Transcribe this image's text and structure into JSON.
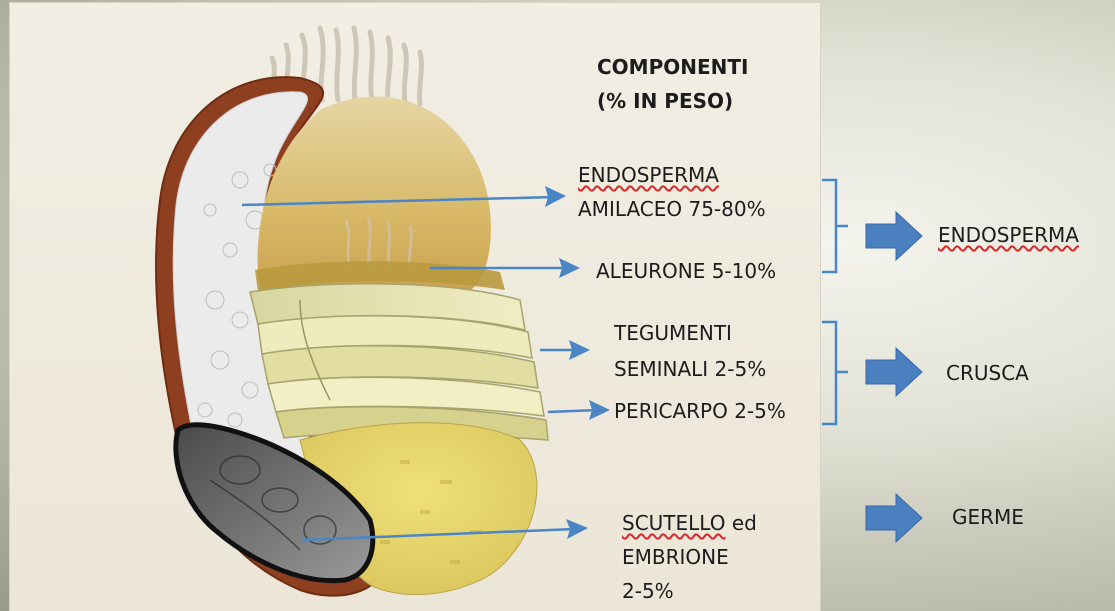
{
  "header": {
    "line1": "COMPONENTI",
    "line2": "(% IN PESO)"
  },
  "components": {
    "endosperma_amilaceo": {
      "line1": "ENDOSPERMA",
      "line2": "AMILACEO  75-80%"
    },
    "aleurone": {
      "line1": "ALEURONE 5-10%"
    },
    "tegumenti": {
      "line1": "TEGUMENTI",
      "line2": "SEMINALI 2-5%"
    },
    "pericarpo": {
      "line1": "PERICARPO 2-5%"
    },
    "scutello": {
      "word1": "SCUTELLO",
      "word2": " ed",
      "line2": "EMBRIONE",
      "line3": "2-5%"
    }
  },
  "groups": {
    "endosperma": "ENDOSPERMA",
    "crusca": "CRUSCA",
    "germe": "GERME"
  },
  "colors": {
    "arrow": "#4a86c6",
    "block_arrow": "#4a7fc0",
    "spellcheck_underline": "#d42a2a"
  }
}
